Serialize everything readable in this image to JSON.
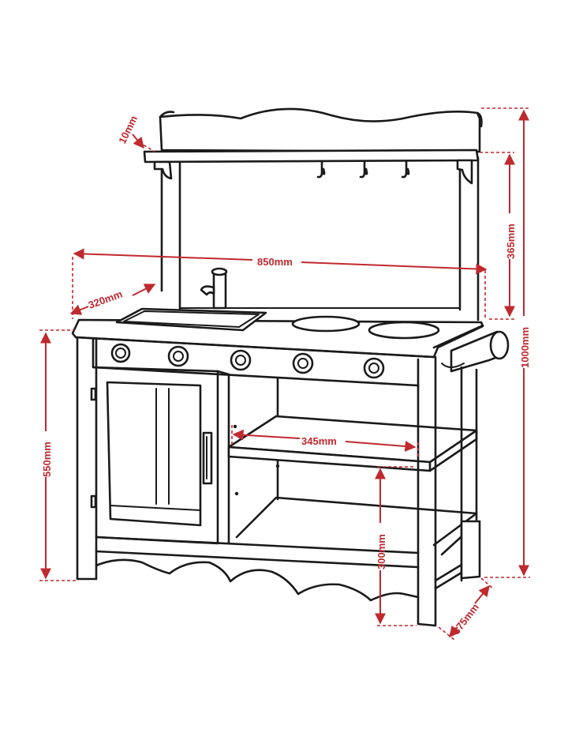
{
  "colors": {
    "line": "#1a1a1a",
    "dimension": "#c0292e",
    "background": "#ffffff"
  },
  "dimensions": {
    "shelf_thickness": "10mm",
    "width": "850mm",
    "depth_top": "320mm",
    "backboard_height": "365mm",
    "total_height": "1000mm",
    "counter_height": "550mm",
    "shelf_width": "345mm",
    "lower_shelf_height": "300mm",
    "depth_base": "375mm"
  }
}
